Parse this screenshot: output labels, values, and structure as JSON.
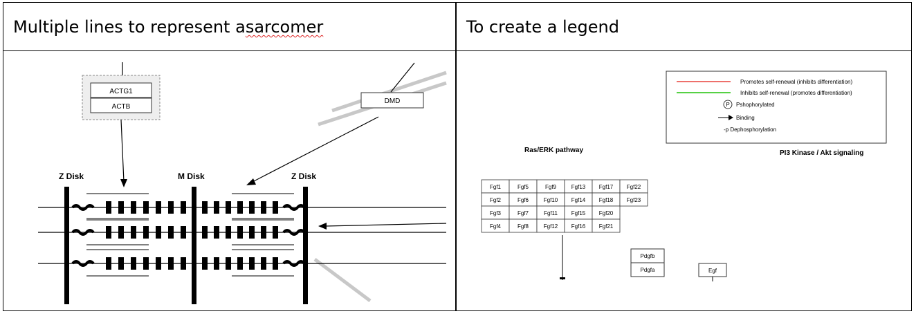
{
  "header": {
    "left_title_prefix": "Multiple lines to represent a ",
    "left_title_word": "sarcomer",
    "right_title": "To create a legend"
  },
  "sarcomere": {
    "actin_labels": [
      "ACTG1",
      "ACTB"
    ],
    "dmd_label": "DMD",
    "disk_labels": {
      "z_left": "Z Disk",
      "m": "M Disk",
      "z_right": "Z Disk"
    }
  },
  "legend": {
    "items": [
      {
        "symbol": "red-line",
        "text": "Promotes self-renewal (inhibits differentiation)",
        "color": "#e8413a"
      },
      {
        "symbol": "green-line",
        "text": "Inhibits self-renewal (promotes differentiation)",
        "color": "#56d145"
      },
      {
        "symbol": "circle-p",
        "glyph": "P",
        "text": "Pshophorylated"
      },
      {
        "symbol": "arrow",
        "text": "Binding"
      },
      {
        "symbol": "none",
        "text": "-p Dephosphorylation"
      }
    ],
    "ras_erk_title": "Ras/ERK pathway",
    "pi3k_title": "PI3 Kinase / Akt signaling",
    "fgf_rows": [
      [
        "Fgf1",
        "Fgf5",
        "Fgf9",
        "Fgf13",
        "Fgf17",
        "Fgf22"
      ],
      [
        "Fgf2",
        "Fgf6",
        "Fgf10",
        "Fgf14",
        "Fgf18",
        "Fgf23"
      ],
      [
        "Fgf3",
        "Fgf7",
        "Fgf11",
        "Fgf15",
        "Fgf20"
      ],
      [
        "Fgf4",
        "Fgf8",
        "Fgf12",
        "Fgf16",
        "Fgf21"
      ]
    ],
    "pdgf": [
      "Pdgfb",
      "Pdgfa"
    ],
    "egf": "Egf"
  }
}
